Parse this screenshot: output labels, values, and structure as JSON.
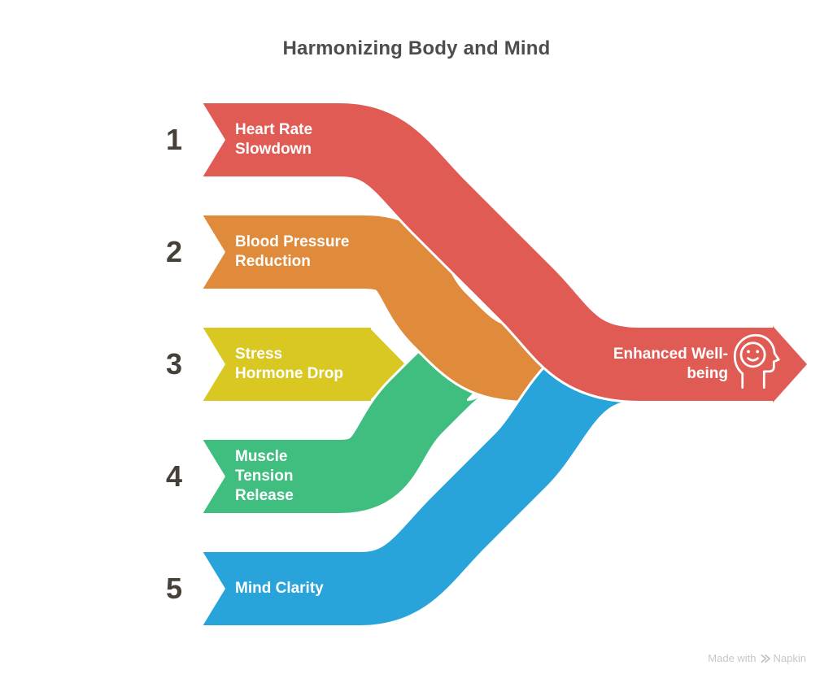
{
  "title": "Harmonizing Body and Mind",
  "steps": [
    {
      "number": "1",
      "label": "Heart Rate\nSlowdown",
      "color": "#E15B55"
    },
    {
      "number": "2",
      "label": "Blood Pressure\nReduction",
      "color": "#E08B3B"
    },
    {
      "number": "3",
      "label": "Stress\nHormone Drop",
      "color": "#D9C722"
    },
    {
      "number": "4",
      "label": "Muscle\nTension\nRelease",
      "color": "#3FBE80"
    },
    {
      "number": "5",
      "label": "Mind Clarity",
      "color": "#29A4DB"
    }
  ],
  "outcome": {
    "label": "Enhanced Well-\nbeing",
    "color": "#E15B55",
    "icon": "head-smiley-icon"
  },
  "watermark": {
    "prefix": "Made with",
    "brand": "Napkin"
  },
  "text_colors": {
    "title": "#4D4D4D",
    "step_number": "#474039",
    "band_label": "#FFFFFF",
    "watermark": "#C7C7C7"
  },
  "background": "#FFFFFF"
}
